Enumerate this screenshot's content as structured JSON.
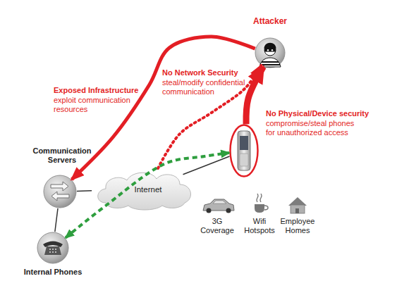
{
  "diagram": {
    "nodes": [
      {
        "text": [
          "Attacker"
        ]
      },
      {
        "text": [
          "No Physical/Device security",
          "compromise/steal phones for unauthorized access"
        ]
      },
      {
        "text": [
          "Communication Servers"
        ]
      },
      {
        "text": [
          "Internet"
        ]
      },
      {
        "text": [
          "Internal Phones"
        ]
      }
    ],
    "edges": [
      {
        "from": 0,
        "to": 2,
        "arrow": "to"
      },
      {
        "from": 3,
        "to": 0,
        "arrow": "to"
      },
      {
        "from": 1,
        "to": 0,
        "arrow": "to"
      },
      {
        "from": 4,
        "to": 1,
        "arrow": "both"
      },
      {
        "from": 2,
        "to": 3,
        "arrow": "none"
      },
      {
        "from": 3,
        "to": 1,
        "arrow": "none"
      },
      {
        "from": 2,
        "to": 4,
        "arrow": "none"
      }
    ],
    "labels": [
      "Exposed Infrastructure",
      "exploit communication resources",
      "No Network Security",
      "steal/modify confidential communication",
      "3G Coverage",
      "Wifi Hotspots",
      "Employee Homes"
    ]
  }
}
